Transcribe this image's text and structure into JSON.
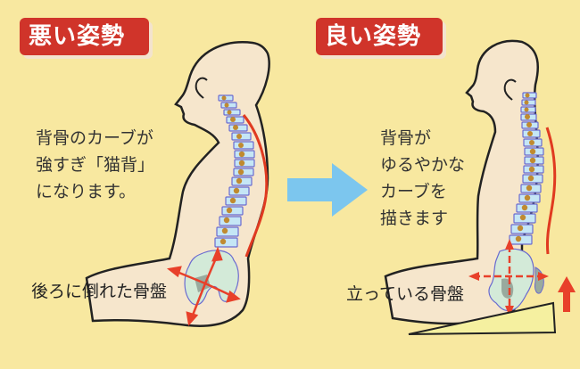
{
  "bad_posture": {
    "title": "悪い姿勢",
    "description_lines": [
      "背骨のカーブが",
      "強すぎ「猫背」",
      "になります。"
    ],
    "pelvis_label": "後ろに倒れた骨盤"
  },
  "good_posture": {
    "title": "良い姿勢",
    "description_lines": [
      "背骨が",
      "ゆるやかな",
      "カーブを",
      "描きます"
    ],
    "pelvis_label": "立っている骨盤"
  },
  "transition_arrow": {
    "direction": "right",
    "color": "#7cc6ee"
  },
  "colors": {
    "background": "#f8e8a0",
    "badge": "#d0342a",
    "skin": "#f6e6cc",
    "spine": "#c5e6f5",
    "spine_outline": "#6a6ad0",
    "disc": "#c08a30",
    "pelvis": "#d3ead8",
    "curve_line": "#e03a20",
    "arrow_red": "#e8402a",
    "wedge": "#f5f0a0"
  }
}
